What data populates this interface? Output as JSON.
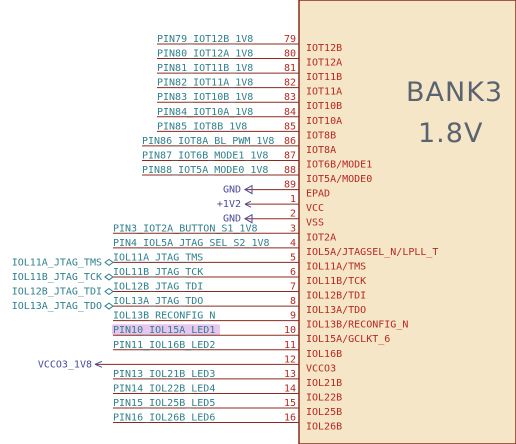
{
  "component": {
    "bank_label": "BANK3",
    "voltage_label": "1.8V",
    "body_color": "#f5e6c8",
    "pin_color": "#b5281f",
    "net_color": "#2f7f8c",
    "power_color": "#4a4a9c",
    "highlight_color": "#e7c6ef"
  },
  "pins": [
    {
      "num": "79",
      "name": "IOT12B",
      "net": "PIN79_IOT12B_1V8"
    },
    {
      "num": "80",
      "name": "IOT12A",
      "net": "PIN80_IOT12A_1V8"
    },
    {
      "num": "81",
      "name": "IOT11B",
      "net": "PIN81_IOT11B_1V8"
    },
    {
      "num": "82",
      "name": "IOT11A",
      "net": "PIN82_IOT11A_1V8"
    },
    {
      "num": "83",
      "name": "IOT10B",
      "net": "PIN83_IOT10B_1V8"
    },
    {
      "num": "84",
      "name": "IOT10A",
      "net": "PIN84_IOT10A_1V8"
    },
    {
      "num": "85",
      "name": "IOT8B",
      "net": "PIN85_IOT8B_1V8"
    },
    {
      "num": "86",
      "name": "IOT8A",
      "net": "PIN86_IOT8A_BL_PWM_1V8"
    },
    {
      "num": "87",
      "name": "IOT6B/MODE1",
      "net": "PIN87_IOT6B_MODE1_1V8"
    },
    {
      "num": "88",
      "name": "IOT5A/MODE0",
      "net": "PIN88_IOT5A_MODE0_1V8"
    },
    {
      "num": "89",
      "name": "EPAD",
      "power": "GND"
    },
    {
      "num": "1",
      "name": "VCC",
      "power": "+1V2"
    },
    {
      "num": "2",
      "name": "VSS",
      "power": "GND"
    },
    {
      "num": "3",
      "name": "IOT2A",
      "net": "PIN3_IOT2A_BUTTON_S1_1V8"
    },
    {
      "num": "4",
      "name": "IOL5A/JTAGSEL_N/LPLL_T",
      "net": "PIN4_IOL5A_JTAG_SEL_S2_1V8"
    },
    {
      "num": "5",
      "name": "IOL11A/TMS",
      "net": "IOL11A_JTAG_TMS",
      "ext": "IOL11A_JTAG_TMS"
    },
    {
      "num": "6",
      "name": "IOL11B/TCK",
      "net": "IOL11B_JTAG_TCK",
      "ext": "IOL11B_JTAG_TCK"
    },
    {
      "num": "7",
      "name": "IOL12B/TDI",
      "net": "IOL12B_JTAG_TDI",
      "ext": "IOL12B_JTAG_TDI"
    },
    {
      "num": "8",
      "name": "IOL13A/TDO",
      "net": "IOL13A_JTAG_TDO",
      "ext": "IOL13A_JTAG_TDO"
    },
    {
      "num": "9",
      "name": "IOL13B/RECONFIG_N",
      "net": "IOL13B_RECONFIG_N"
    },
    {
      "num": "10",
      "name": "IOL15A/GCLKT_6",
      "net": "PIN10_IOL15A_LED1",
      "highlight": true
    },
    {
      "num": "11",
      "name": "IOL16B",
      "net": "PIN11_IOL16B_LED2"
    },
    {
      "num": "12",
      "name": "VCCO3",
      "power": "VCCO3_1V8"
    },
    {
      "num": "13",
      "name": "IOL21B",
      "net": "PIN13_IOL21B_LED3"
    },
    {
      "num": "14",
      "name": "IOL22B",
      "net": "PIN14_IOL22B_LED4"
    },
    {
      "num": "15",
      "name": "IOL25B",
      "net": "PIN15_IOL25B_LED5"
    },
    {
      "num": "16",
      "name": "IOL26B",
      "net": "PIN16_IOL26B_LED6"
    }
  ]
}
